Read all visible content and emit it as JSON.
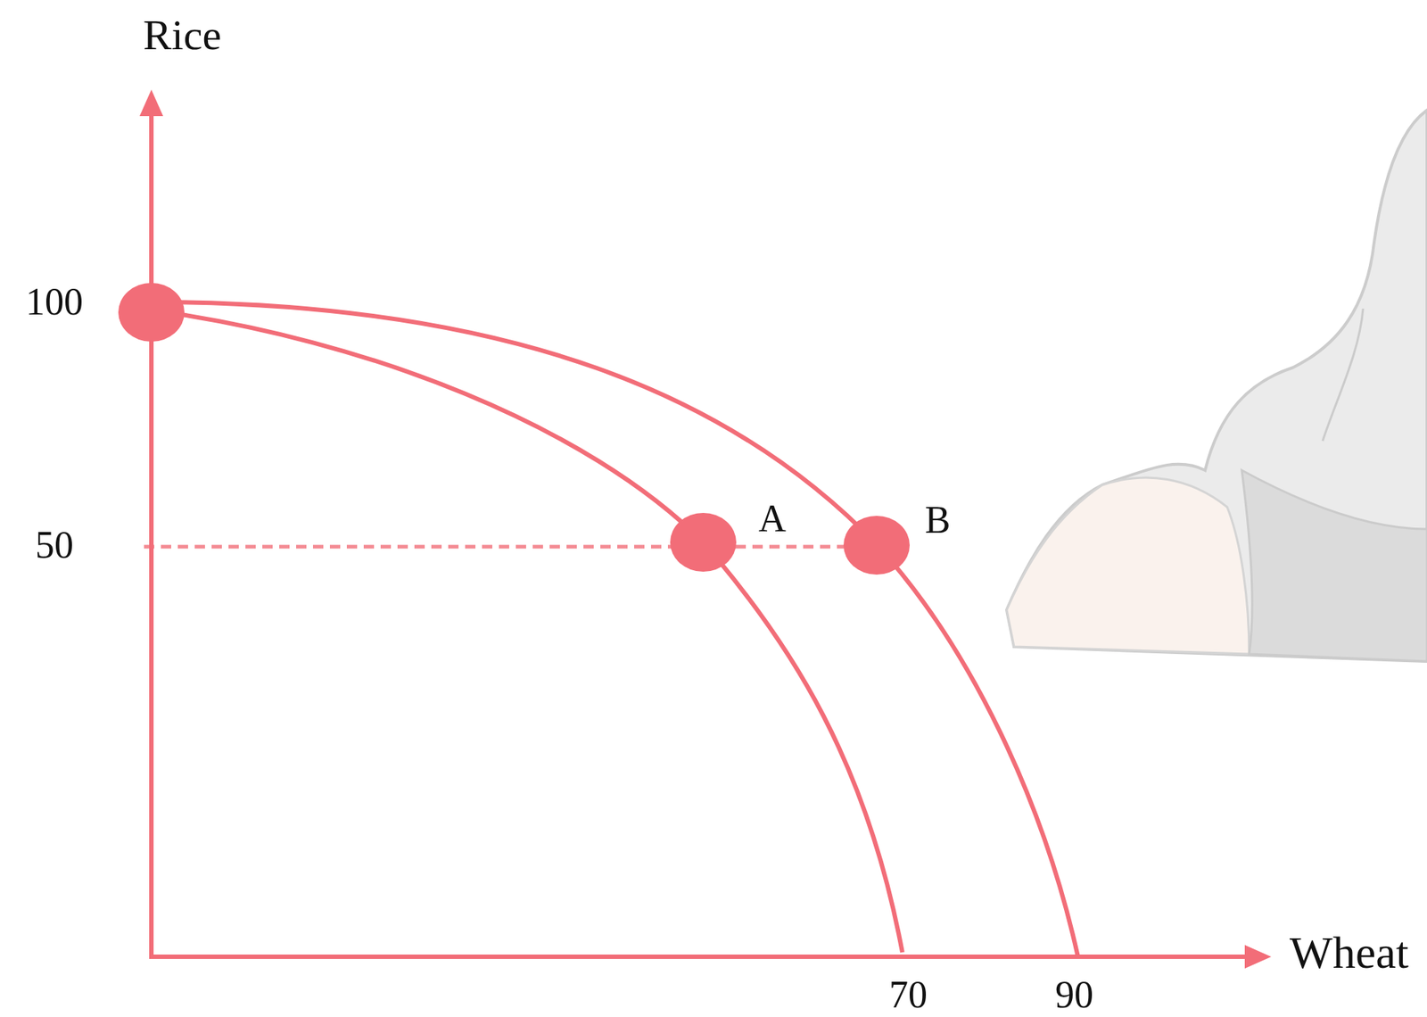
{
  "diagram": {
    "labels": [
      "Rice",
      "Wheat",
      "100",
      "50",
      "70",
      "90",
      "A",
      "B"
    ]
  }
}
